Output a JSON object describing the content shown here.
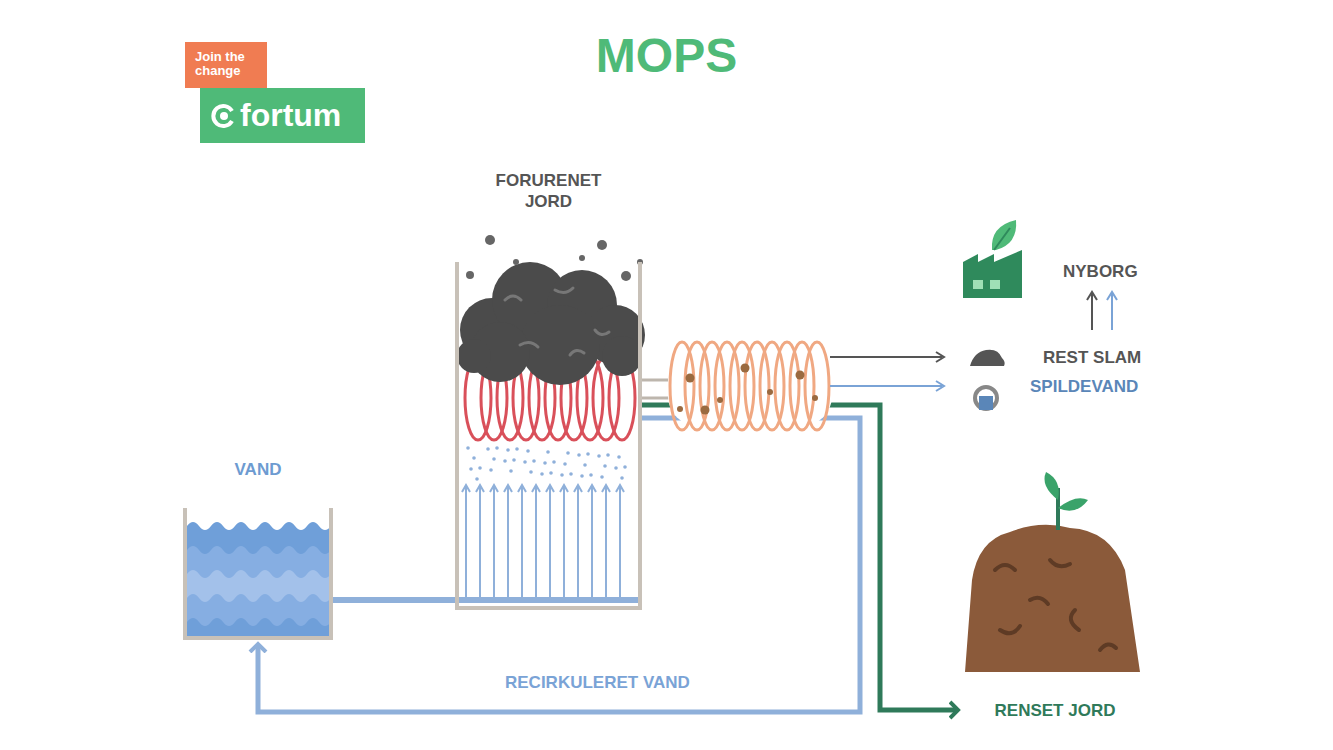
{
  "diagram": {
    "title": "MOPS",
    "nodes": [
      {
        "text": [
          "Join the change"
        ]
      },
      {
        "text": [
          "fortum"
        ]
      },
      {
        "text": [
          "FORURENET JORD"
        ]
      },
      {
        "text": [
          "VAND"
        ]
      },
      {
        "text": [
          "RENSET JORD"
        ]
      }
    ],
    "edges": [
      {
        "from": 3,
        "to": 2,
        "arrow": "none"
      },
      {
        "from": 2,
        "to": 4,
        "arrow": "to"
      },
      {
        "from": 2,
        "to": 3,
        "label": "RECIRKULERET VAND",
        "arrow": "to"
      }
    ],
    "labels": [
      "NYBORG",
      "REST SLAM",
      "SPILDEVAND"
    ]
  }
}
